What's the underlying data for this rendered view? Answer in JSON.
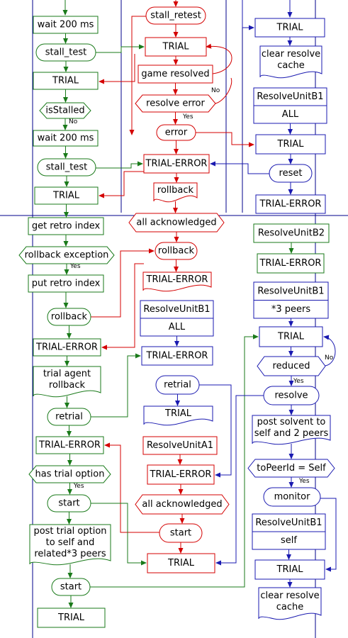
{
  "colors": {
    "green": "#1a7a1a",
    "red": "#d40000",
    "blue": "#1a1ab0",
    "divider": "#00008b"
  },
  "edge_labels": {
    "yes": "Yes",
    "no": "No"
  },
  "columns": {
    "left": [
      {
        "id": "L1",
        "text": "wait 200 ms"
      },
      {
        "id": "L2",
        "text": "stall_test"
      },
      {
        "id": "L3",
        "text": "TRIAL"
      },
      {
        "id": "L4",
        "text": "isStalled"
      },
      {
        "id": "L5",
        "text": "wait 200 ms"
      },
      {
        "id": "L6",
        "text": "stall_test"
      },
      {
        "id": "L7",
        "text": "TRIAL"
      },
      {
        "id": "L8",
        "text": "get retro index"
      },
      {
        "id": "L9",
        "text": "rollback exception"
      },
      {
        "id": "L10",
        "text": "put retro index"
      },
      {
        "id": "L11",
        "text": "rollback"
      },
      {
        "id": "L12",
        "text": "TRIAL-ERROR"
      },
      {
        "id": "L13",
        "lines": [
          "trial agent",
          "rollback"
        ]
      },
      {
        "id": "L14",
        "text": "retrial"
      },
      {
        "id": "L15",
        "text": "TRIAL-ERROR"
      },
      {
        "id": "L16",
        "text": "has trial option"
      },
      {
        "id": "L17",
        "text": "start"
      },
      {
        "id": "L18",
        "lines": [
          "post trial option",
          "to self and",
          "related*3 peers"
        ]
      },
      {
        "id": "L19",
        "text": "start"
      },
      {
        "id": "L20",
        "text": "TRIAL"
      }
    ],
    "middle": [
      {
        "id": "M1",
        "text": "stall_retest"
      },
      {
        "id": "M2",
        "text": "TRIAL"
      },
      {
        "id": "M3",
        "text": "game resolved"
      },
      {
        "id": "M4",
        "text": "resolve error"
      },
      {
        "id": "M5",
        "text": "error"
      },
      {
        "id": "M6",
        "text": "TRIAL-ERROR"
      },
      {
        "id": "M7",
        "text": "rollback"
      },
      {
        "id": "M8",
        "text": "all acknowledged"
      },
      {
        "id": "M9",
        "text": "rollback"
      },
      {
        "id": "M10",
        "text": "TRIAL-ERROR"
      },
      {
        "id": "M11",
        "top": "ResolveUnitB1",
        "bottom": "ALL"
      },
      {
        "id": "M12",
        "text": "TRIAL-ERROR"
      },
      {
        "id": "M13",
        "text": "retrial"
      },
      {
        "id": "M14",
        "text": "TRIAL"
      },
      {
        "id": "M15",
        "text": "ResolveUnitA1"
      },
      {
        "id": "M16",
        "text": "TRIAL-ERROR"
      },
      {
        "id": "M17",
        "text": "all acknowledged"
      },
      {
        "id": "M18",
        "text": "start"
      },
      {
        "id": "M19",
        "text": "TRIAL"
      }
    ],
    "right": [
      {
        "id": "R1",
        "text": "TRIAL"
      },
      {
        "id": "R2",
        "lines": [
          "clear resolve",
          "cache"
        ]
      },
      {
        "id": "R3",
        "top": "ResolveUnitB1",
        "bottom": "ALL"
      },
      {
        "id": "R4",
        "text": "TRIAL"
      },
      {
        "id": "R5",
        "text": "reset"
      },
      {
        "id": "R6",
        "text": "TRIAL-ERROR"
      },
      {
        "id": "R7",
        "text": "ResolveUnitB2"
      },
      {
        "id": "R8",
        "text": "TRIAL-ERROR"
      },
      {
        "id": "R9",
        "top": "ResolveUnitB1",
        "bottom": "*3 peers"
      },
      {
        "id": "R10",
        "text": "TRIAL"
      },
      {
        "id": "R11",
        "text": "reduced"
      },
      {
        "id": "R12",
        "text": "resolve"
      },
      {
        "id": "R13",
        "lines": [
          "post solvent to",
          "self and 2 peers"
        ]
      },
      {
        "id": "R14",
        "text": "toPeerId = Self"
      },
      {
        "id": "R15",
        "text": "monitor"
      },
      {
        "id": "R16",
        "top": "ResolveUnitB1",
        "bottom": "self"
      },
      {
        "id": "R17",
        "text": "TRIAL"
      },
      {
        "id": "R18",
        "lines": [
          "clear resolve",
          "cache"
        ]
      }
    ]
  }
}
